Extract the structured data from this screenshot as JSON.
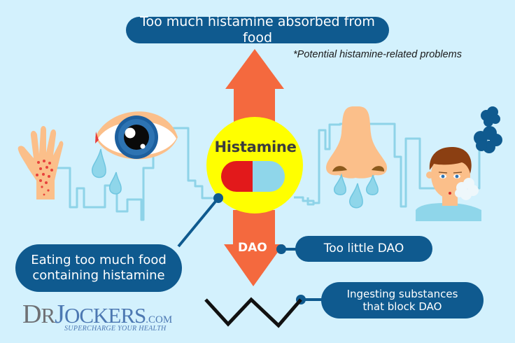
{
  "title_box": {
    "text": "Too much histamine absorbed from food"
  },
  "note": {
    "text": "*Potential histamine-related problems"
  },
  "center": {
    "label": "Histamine",
    "pill_colors": {
      "left": "#e2191b",
      "right": "#8fd6ea"
    },
    "circle_color": "#ffff00"
  },
  "arrows": {
    "up_color": "#f4693e",
    "down_color": "#f4693e",
    "down_label": "DAO"
  },
  "callouts": [
    {
      "id": "too-little-dao",
      "text": "Too little DAO"
    },
    {
      "id": "block-dao",
      "line1": "Ingesting substances",
      "line2": "that block DAO"
    },
    {
      "id": "eating-food",
      "line1": "Eating too much food",
      "line2": "containing histamine"
    }
  ],
  "symptoms": [
    {
      "name": "skin-rash",
      "icon": "hand-rash-icon"
    },
    {
      "name": "watery-eyes",
      "icon": "eye-tears-icon"
    },
    {
      "name": "runny-nose",
      "icon": "nose-drip-icon"
    },
    {
      "name": "breathing-difficulty",
      "icon": "person-exhaling-icon"
    }
  ],
  "logo": {
    "d": "D",
    "r": "R",
    "j": "J",
    "ockers": "OCKERS",
    "com": ".COM",
    "tagline": "SUPERCHARGE YOUR HEALTH"
  },
  "colors": {
    "background": "#d3f1fd",
    "pill_box": "#0f5a8f",
    "skyline_line": "#8ed3e8",
    "skin": "#fbbf8a"
  }
}
